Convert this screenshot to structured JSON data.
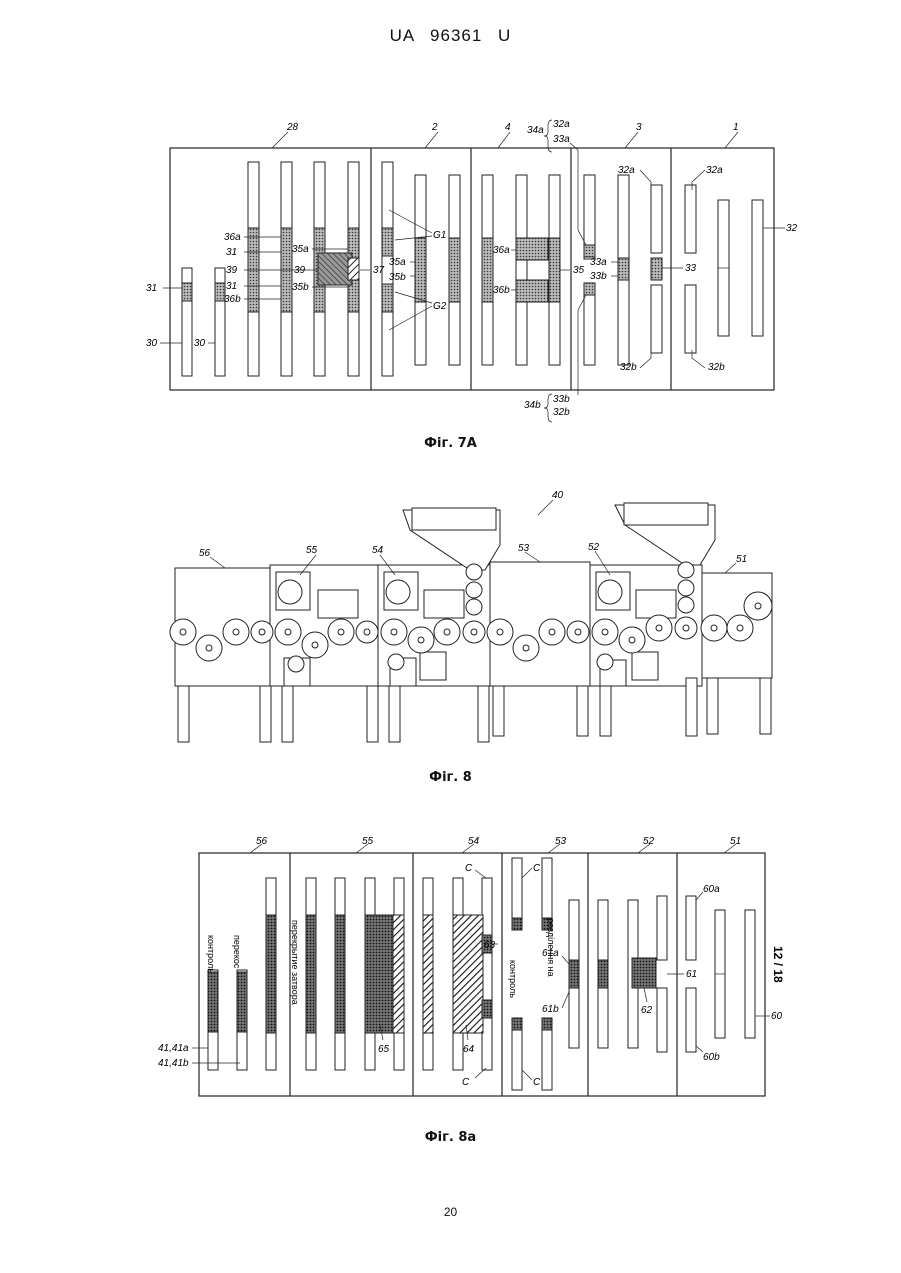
{
  "header": {
    "publication": "UA   96361   U"
  },
  "fig7a": {
    "caption": "Фіг. 7A",
    "section_labels": [
      "28",
      "2",
      "4",
      "3",
      "1"
    ],
    "labels": {
      "l34a": "34a",
      "l32a_top": "32a",
      "l33a_top": "33a",
      "l32a_s3": "32a",
      "l32a_s1": "32a",
      "l32": "32",
      "l36a": "36a",
      "l31_a": "31",
      "l35a": "35a",
      "l39_a": "39",
      "l39_b": "39",
      "l37": "37",
      "l31_b": "31",
      "l35b": "35b",
      "l36b": "36b",
      "l31_left": "31",
      "l30_a": "30",
      "l30_b": "30",
      "lG1": "G1",
      "lG2": "G2",
      "l35a_s2": "35a",
      "l35b_s2": "35b",
      "l36a_s4": "36a",
      "l36b_s4": "36b",
      "l35": "35",
      "l33a": "33a",
      "l33b": "33b",
      "l33": "33",
      "l32b_s3": "32b",
      "l32b_s1": "32b",
      "l34b": "34b",
      "l33b_bot": "33b",
      "l32b_bot": "32b"
    }
  },
  "fig8": {
    "caption": "Фіг. 8",
    "labels": [
      "40",
      "56",
      "55",
      "54",
      "53",
      "52",
      "51"
    ]
  },
  "fig8a": {
    "caption": "Фіг. 8a",
    "section_labels": [
      "56",
      "55",
      "54",
      "53",
      "52",
      "51"
    ],
    "rotated_texts": {
      "kontrol": "контроль",
      "perekos": "перекос",
      "overlap": "перекрытие затвора",
      "kontrol2": "контроль",
      "rozdilennya": "розділення на"
    },
    "labels": {
      "l41a": "41,41a",
      "l41b": "41,41b",
      "l65": "65",
      "l64": "64",
      "l63": "63",
      "lC1": "C",
      "lC2": "C",
      "lC3": "C",
      "lC4": "C",
      "l61a": "61a",
      "l61b": "61b",
      "l62": "62",
      "l61": "61",
      "l60a": "60a",
      "l60b": "60b",
      "l60": "60"
    },
    "sheet_number": "12 / 18"
  },
  "page_number": "20"
}
